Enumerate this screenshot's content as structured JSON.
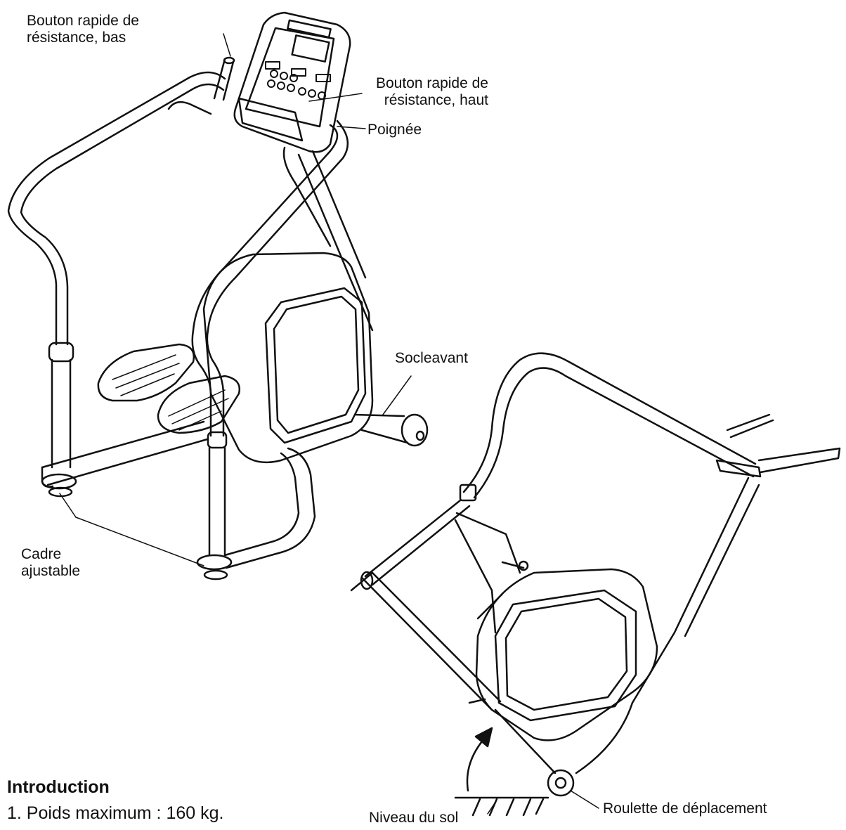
{
  "labels": {
    "resistance_low_line1": "Bouton rapide de",
    "resistance_low_line2": "résistance, bas",
    "resistance_high_line1": "Bouton rapide de",
    "resistance_high_line2": "résistance, haut",
    "handle": "Poignée",
    "front_base": "Socleavant",
    "adjustable_frame_line1": "Cadre",
    "adjustable_frame_line2": "ajustable",
    "floor_level": "Niveau du sol",
    "transport_wheel": "Roulette de déplacement"
  },
  "intro": {
    "heading": "Introduction",
    "item1": "1. Poids maximum : 160 kg."
  }
}
